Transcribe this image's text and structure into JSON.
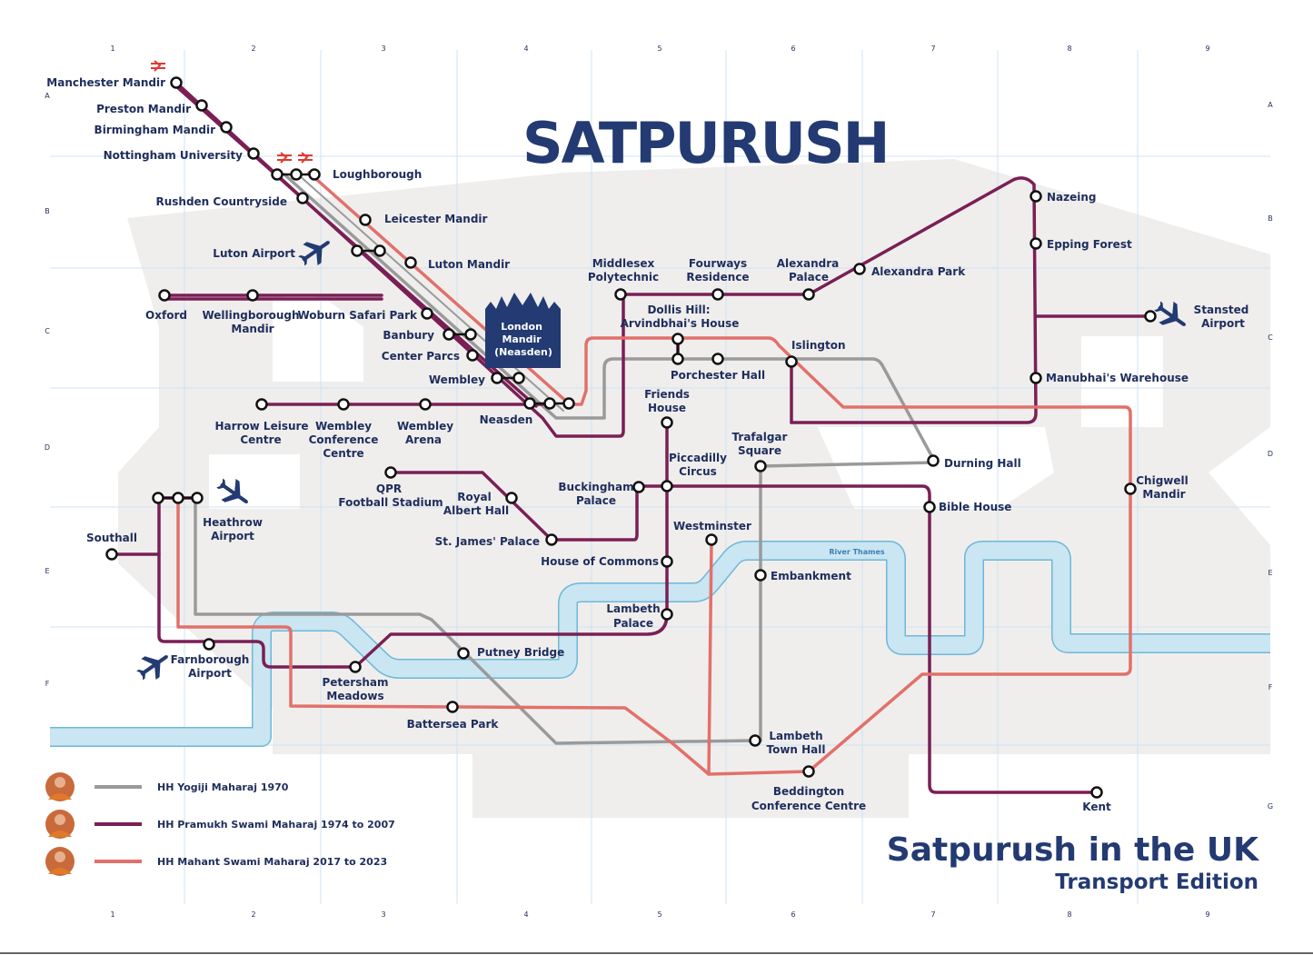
{
  "brand": {
    "logo_text": "SATPURUSH"
  },
  "title": {
    "main": "Satpurush in the UK",
    "sub": "Transport Edition"
  },
  "river": {
    "label": "River Thames"
  },
  "hub": {
    "lines": [
      "London",
      "Mandir",
      "(Neasden)"
    ]
  },
  "grid": {
    "columns": [
      "1",
      "2",
      "3",
      "4",
      "5",
      "6",
      "7",
      "8",
      "9"
    ],
    "rows": [
      "A",
      "B",
      "C",
      "D",
      "E",
      "F",
      "G"
    ]
  },
  "colors": {
    "yogiji": "#9a9a9a",
    "pramukh": "#7a1f55",
    "mahant": "#e2706a",
    "river_fill": "#c9e6f2",
    "river_edge": "#6fb7d8",
    "background_shape": "#efeeed",
    "brand_navy": "#233a72"
  },
  "legend": [
    {
      "label": "HH Yogiji Maharaj 1970",
      "line": "yogiji"
    },
    {
      "label": "HH Pramukh Swami Maharaj 1974 to 2007",
      "line": "pramukh"
    },
    {
      "label": "HH Mahant Swami Maharaj 2017 to 2023",
      "line": "mahant"
    }
  ],
  "icons": {
    "airport": "airplane-icon",
    "rail": "national-rail-icon",
    "hub": "temple-icon",
    "legend_portrait": "portrait-avatar"
  },
  "stations": {
    "manchester": "Manchester Mandir",
    "preston": "Preston Mandir",
    "birmingham": "Birmingham Mandir",
    "nottingham": "Nottingham University",
    "loughborough": "Loughborough",
    "rushden": "Rushden Countryside",
    "leicester": "Leicester Mandir",
    "luton_airport": "Luton Airport",
    "luton_mandir": "Luton Mandir",
    "oxford": "Oxford",
    "wellingborough": [
      "Wellingborough",
      "Mandir"
    ],
    "woburn": "Woburn Safari Park",
    "banbury": "Banbury",
    "center_parcs": "Center Parcs",
    "wembley": "Wembley",
    "neasden": "Neasden",
    "harrow": [
      "Harrow Leisure",
      "Centre"
    ],
    "wembley_conf": [
      "Wembley",
      "Conference",
      "Centre"
    ],
    "wembley_arena": [
      "Wembley",
      "Arena"
    ],
    "middlesex": [
      "Middlesex",
      "Polytechnic"
    ],
    "fourways": [
      "Fourways",
      "Residence"
    ],
    "alexandra_palace": [
      "Alexandra",
      "Palace"
    ],
    "alexandra_park": "Alexandra Park",
    "dollis_hill": [
      "Dollis Hill:",
      "Arvindbhai's House"
    ],
    "porchester": "Porchester Hall",
    "islington": "Islington",
    "nazeing": "Nazeing",
    "epping": "Epping Forest",
    "stansted": [
      "Stansted",
      "Airport"
    ],
    "manubhai": "Manubhai's Warehouse",
    "friends_house": [
      "Friends",
      "House"
    ],
    "piccadilly": [
      "Piccadilly",
      "Circus"
    ],
    "trafalgar": [
      "Trafalgar",
      "Square"
    ],
    "durning": "Durning Hall",
    "bible_house": "Bible House",
    "chigwell": [
      "Chigwell",
      "Mandir"
    ],
    "qpr": [
      "QPR",
      "Football Stadium"
    ],
    "royal_albert": [
      "Royal",
      "Albert Hall"
    ],
    "st_james": "St. James' Palace",
    "buckingham": [
      "Buckingham",
      "Palace"
    ],
    "westminster": "Westminster",
    "house_commons": "House of Commons",
    "embankment": "Embankment",
    "lambeth_palace": [
      "Lambeth",
      "Palace"
    ],
    "southall": "Southall",
    "heathrow": [
      "Heathrow",
      "Airport"
    ],
    "farnborough": [
      "Farnborough",
      "Airport"
    ],
    "petersham": [
      "Petersham",
      "Meadows"
    ],
    "putney": "Putney Bridge",
    "battersea": "Battersea Park",
    "lambeth_town": [
      "Lambeth",
      "Town Hall"
    ],
    "beddington": [
      "Beddington",
      "Conference Centre"
    ],
    "kent": "Kent"
  }
}
